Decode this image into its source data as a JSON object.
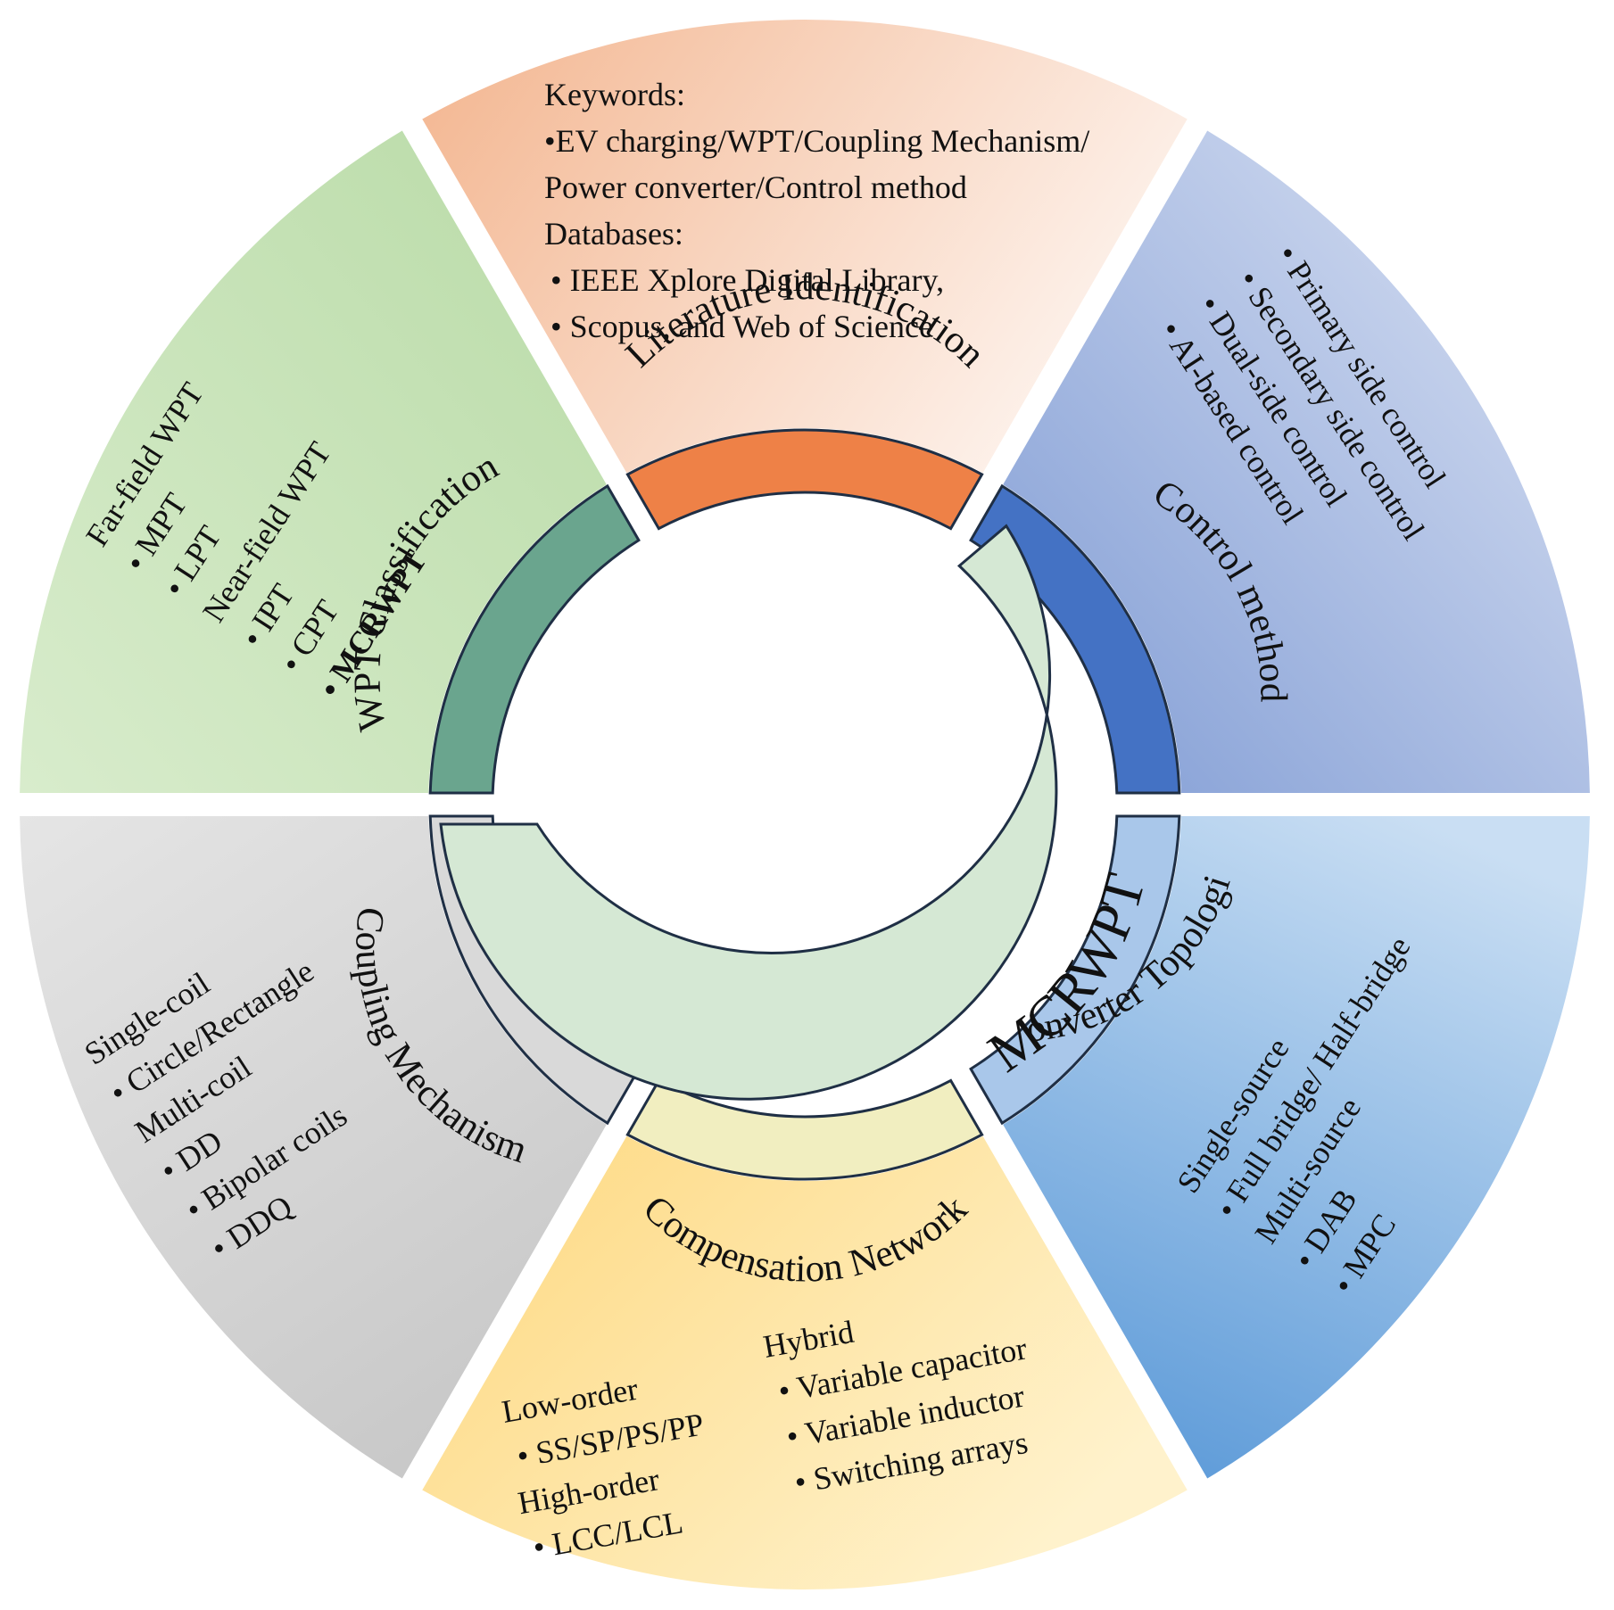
{
  "center": {
    "label": "MCRWPT"
  },
  "segments": [
    {
      "id": "literature",
      "label": "Literature Identification",
      "colors": {
        "band": "#EE8147",
        "outer_from": "#F3B58F",
        "outer_to": "#FDF1EA"
      },
      "content": [
        {
          "text": "Keywords:"
        },
        {
          "text": "•EV charging/WPT/Coupling Mechanism/"
        },
        {
          "text": "Power converter/Control method"
        },
        {
          "text": "Databases:"
        },
        {
          "text": "•     IEEE Xplore Digital Library,"
        },
        {
          "text": "•     Scopus, and Web of Science"
        }
      ]
    },
    {
      "id": "control",
      "label": "Control method",
      "colors": {
        "band": "#4472C4",
        "outer_from": "#7F9BD4",
        "outer_to": "#DDE4F4"
      },
      "content": [
        {
          "text": "•   Primary side control"
        },
        {
          "text": "•   Secondary side control"
        },
        {
          "text": "•   Dual-side control"
        },
        {
          "text": "•   AI-based control"
        }
      ]
    },
    {
      "id": "converter",
      "label": "Converter Topologies",
      "colors": {
        "band": "#A9C7EA",
        "outer_from": "#5F9CD9",
        "outer_to": "#C9DEF3"
      },
      "content": [
        {
          "text": "Single-source"
        },
        {
          "text": "•   Full bridge/ Half-bridge"
        },
        {
          "text": "Multi-source"
        },
        {
          "text": "•   DAB"
        },
        {
          "text": "•   MPC"
        }
      ]
    },
    {
      "id": "compensation",
      "label": "Compensation Network",
      "colors": {
        "band": "#F1EEC0",
        "outer_from": "#FDD87F",
        "outer_to": "#FFF2CC"
      },
      "content_left": [
        {
          "text": "Low-order"
        },
        {
          "text": "•   SS/SP/PS/PP"
        },
        {
          "text": "High-order"
        },
        {
          "text": "•   LCC/LCL"
        }
      ],
      "content_right": [
        {
          "text": "Hybrid"
        },
        {
          "text": "•   Variable capacitor"
        },
        {
          "text": "•   Variable inductor"
        },
        {
          "text": "•   Switching arrays"
        }
      ]
    },
    {
      "id": "coupling",
      "label": "Coupling Mechanism",
      "colors": {
        "band": "#D9D9D9",
        "outer_from": "#E5E5E5",
        "outer_to": "#C9C9C9"
      },
      "content": [
        {
          "text": "Single-coil"
        },
        {
          "text": "•   Circle/Rectangle"
        },
        {
          "text": "Multi-coil"
        },
        {
          "text": "•   DD"
        },
        {
          "text": "•   Bipolar coils"
        },
        {
          "text": "•   DDQ"
        }
      ]
    },
    {
      "id": "wpt",
      "label": "WPT Classification",
      "colors": {
        "band": "#6AA58E",
        "outer_from": "#B9DBA7",
        "outer_to": "#D8ECCC"
      },
      "content": [
        {
          "text": "Far-field WPT"
        },
        {
          "text": "•   MPT"
        },
        {
          "text": "•   LPT"
        },
        {
          "text": "Near-field WPT"
        },
        {
          "text": "•   IPT"
        },
        {
          "text": "•   CPT"
        },
        {
          "text": "•   MCRWPT",
          "bold": true
        }
      ]
    }
  ]
}
